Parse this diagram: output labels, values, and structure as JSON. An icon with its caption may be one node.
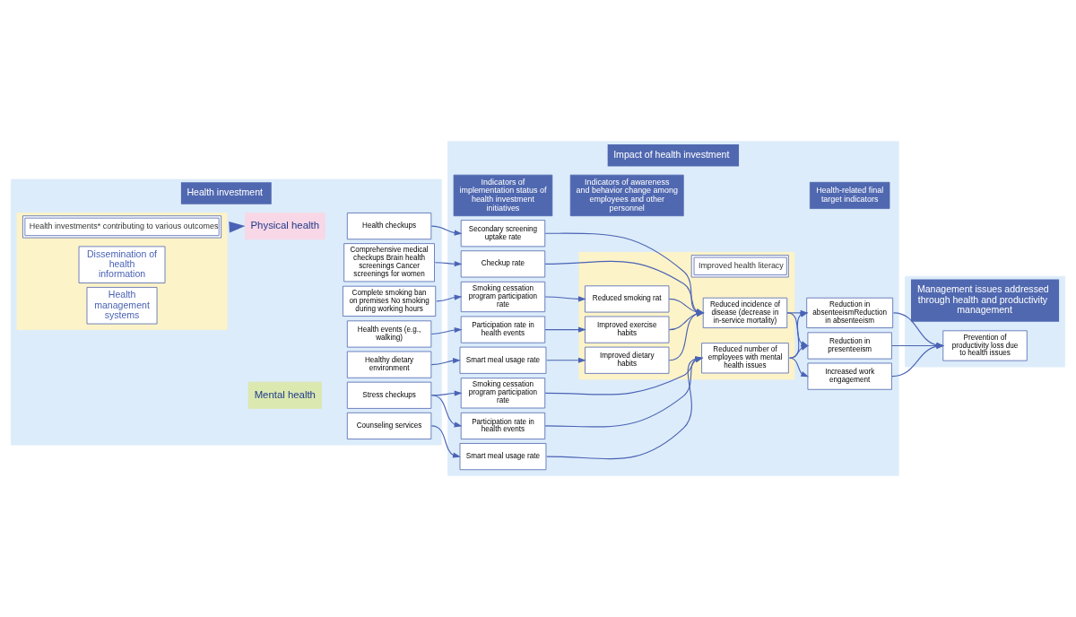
{
  "diagram": {
    "nodes": [
      {
        "text": [
          "Health investment"
        ]
      },
      {
        "text": [
          "Health investments* contributing to various outcomes"
        ],
        "in": 0
      },
      {
        "text": [
          "Dissemination of health information"
        ],
        "in": 1
      },
      {
        "text": [
          "Health management systems"
        ],
        "in": 1
      },
      {
        "text": [
          "Physical health"
        ],
        "in": 0
      },
      {
        "text": [
          "Health checkups"
        ],
        "in": 0
      },
      {
        "text": [
          "Comprehensive medical checkups Brain health screenings Cancer screenings for women"
        ],
        "in": 0
      },
      {
        "text": [
          "Complete smoking ban on premises No smoking during working hours"
        ],
        "in": 0
      },
      {
        "text": [
          "Health events (e.g., walking)"
        ],
        "in": 0
      },
      {
        "text": [
          "Healthy dietary environment"
        ],
        "in": 0
      },
      {
        "text": [
          "Mental health"
        ],
        "in": 0
      },
      {
        "text": [
          "Stress checkups"
        ],
        "in": 0
      },
      {
        "text": [
          "Counseling services"
        ],
        "in": 0
      },
      {
        "text": [
          "Impact of health investment"
        ]
      },
      {
        "text": [
          "Indicators of implementation status of health investment initiatives"
        ],
        "in": 13
      },
      {
        "text": [
          "Indicators of awareness and behavior change among employees and other personnel"
        ],
        "in": 13
      },
      {
        "text": [
          "Health-related final target indicators"
        ],
        "in": 13
      },
      {
        "text": [
          "Improved health literacy"
        ],
        "in": 13
      },
      {
        "text": [
          "Secondary screening uptake rate"
        ],
        "in": 13
      },
      {
        "text": [
          "Checkup rate"
        ],
        "in": 13
      },
      {
        "text": [
          "Smoking cessation program participation rate"
        ],
        "in": 13
      },
      {
        "text": [
          "Participation rate in health events"
        ],
        "in": 13
      },
      {
        "text": [
          "Smart meal usage rate"
        ],
        "in": 13
      },
      {
        "text": [
          "Reduced smoking rat"
        ],
        "in": 17
      },
      {
        "text": [
          "Improved exercise habits"
        ],
        "in": 17
      },
      {
        "text": [
          "Improved dietary habits"
        ],
        "in": 17
      },
      {
        "text": [
          "Reduced incidence of disease (decrease in in-service mortality)"
        ],
        "in": 17
      },
      {
        "text": [
          "Smoking cessation program participation rate"
        ],
        "in": 13
      },
      {
        "text": [
          "Participation rate in health events"
        ],
        "in": 13
      },
      {
        "text": [
          "Smart meal usage rate"
        ],
        "in": 13
      },
      {
        "text": [
          "Reduced number of employees with mental health issues"
        ],
        "in": 17
      },
      {
        "text": [
          "Reduction in absenteeismReduction in absenteeism"
        ],
        "in": 13
      },
      {
        "text": [
          "Reduction in presenteeism"
        ],
        "in": 13
      },
      {
        "text": [
          "Increased work engagement"
        ],
        "in": 13
      },
      {
        "text": [
          "Management issues addressed through health and productivity management"
        ]
      },
      {
        "text": [
          "Prevention of productivity loss due to health issues"
        ],
        "in": 34
      }
    ],
    "edges": [
      {
        "from": 1,
        "to": 4,
        "arrow": "to"
      },
      {
        "from": 5,
        "to": 18,
        "arrow": "to"
      },
      {
        "from": 6,
        "to": 19,
        "arrow": "to"
      },
      {
        "from": 7,
        "to": 20,
        "arrow": "to"
      },
      {
        "from": 8,
        "to": 21,
        "arrow": "to"
      },
      {
        "from": 9,
        "to": 22,
        "arrow": "to"
      },
      {
        "from": 18,
        "to": 26,
        "arrow": "to"
      },
      {
        "from": 19,
        "to": 26,
        "arrow": "to"
      },
      {
        "from": 20,
        "to": 23,
        "arrow": "to"
      },
      {
        "from": 21,
        "to": 24,
        "arrow": "to"
      },
      {
        "from": 22,
        "to": 25,
        "arrow": "to"
      },
      {
        "from": 23,
        "to": 26,
        "arrow": "to"
      },
      {
        "from": 24,
        "to": 26,
        "arrow": "to"
      },
      {
        "from": 25,
        "to": 26,
        "arrow": "to"
      },
      {
        "from": 11,
        "to": 27,
        "arrow": "to"
      },
      {
        "from": 11,
        "to": 28,
        "arrow": "to"
      },
      {
        "from": 12,
        "to": 29,
        "arrow": "to"
      },
      {
        "from": 27,
        "to": 30,
        "arrow": "to"
      },
      {
        "from": 28,
        "to": 30,
        "arrow": "to"
      },
      {
        "from": 29,
        "to": 30,
        "arrow": "to"
      },
      {
        "from": 26,
        "to": 31,
        "arrow": "to"
      },
      {
        "from": 26,
        "to": 32,
        "arrow": "to"
      },
      {
        "from": 30,
        "to": 31,
        "arrow": "to"
      },
      {
        "from": 30,
        "to": 32,
        "arrow": "to"
      },
      {
        "from": 30,
        "to": 33,
        "arrow": "to"
      },
      {
        "from": 31,
        "to": 35,
        "arrow": "to"
      },
      {
        "from": 32,
        "to": 35,
        "arrow": "to"
      },
      {
        "from": 33,
        "to": 35,
        "arrow": "to"
      }
    ]
  }
}
